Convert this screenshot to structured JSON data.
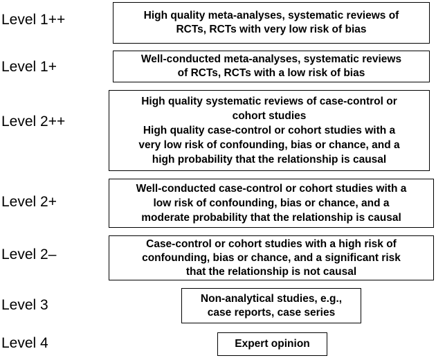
{
  "levels": [
    {
      "label": "Level 1++",
      "text": "High quality meta-analyses, systematic reviews of\nRCTs, RCTs with very low risk of bias"
    },
    {
      "label": "Level 1+",
      "text": "Well-conducted meta-analyses, systematic reviews\nof RCTs, RCTs with a low risk of bias"
    },
    {
      "label": "Level 2++",
      "text": "High quality systematic reviews of case-control or\ncohort studies\nHigh quality case-control or cohort studies with a\nvery low risk of confounding, bias or chance, and a\nhigh probability that the relationship is causal"
    },
    {
      "label": "Level 2+",
      "text": "Well-conducted case-control or cohort studies with a\nlow risk of confounding, bias or chance, and a\nmoderate probability that the relationship is causal"
    },
    {
      "label": "Level 2–",
      "text": "Case-control or cohort studies with a high risk of\nconfounding, bias or chance, and a significant risk\nthat the relationship is not causal"
    },
    {
      "label": "Level 3",
      "text": "Non-analytical studies, e.g.,\ncase reports, case series"
    },
    {
      "label": "Level 4",
      "text": "Expert opinion"
    }
  ]
}
